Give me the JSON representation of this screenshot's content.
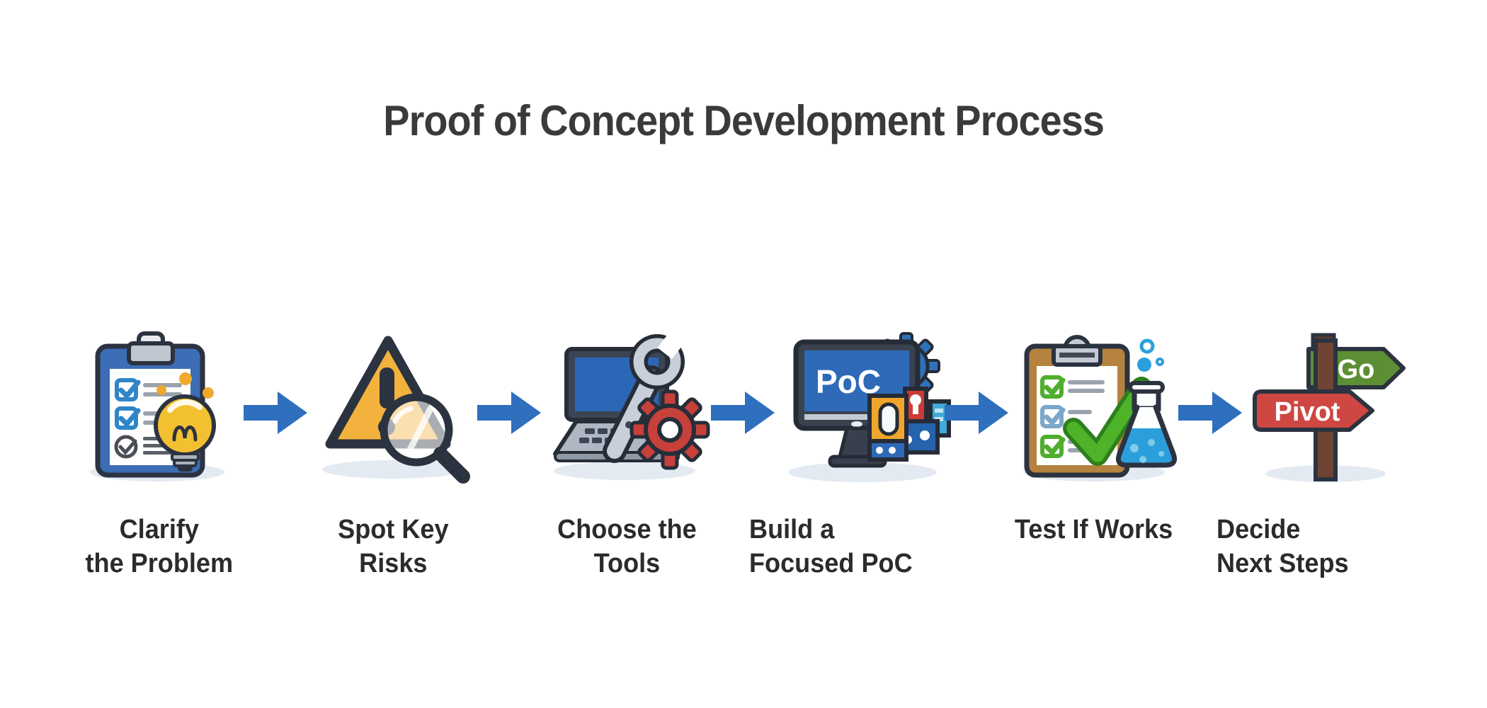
{
  "title": "Proof of Concept Development Process",
  "steps": [
    {
      "name": "clarify-the-problem",
      "label_line1": "Clarify",
      "label_line2": "the Problem",
      "icon": "clipboard-checklist-lightbulb"
    },
    {
      "name": "spot-key-risks",
      "label_line1": "Spot Key",
      "label_line2": "Risks",
      "icon": "warning-triangle-magnifier"
    },
    {
      "name": "choose-the-tools",
      "label_line1": "Choose the",
      "label_line2": "Tools",
      "icon": "laptop-wrench-gear"
    },
    {
      "name": "build-a-focused-poc",
      "label_line1": "Build a",
      "label_line2": "Focused PoC",
      "icon": "monitor-poc-gear-blocks",
      "screen_text": "PoC"
    },
    {
      "name": "test-if-works",
      "label_line1": "Test If Works",
      "label_line2": "",
      "icon": "checklist-flask-checkmark"
    },
    {
      "name": "decide-next-steps",
      "label_line1": "Decide",
      "label_line2": "Next Steps",
      "icon": "signpost-pivot-go",
      "sign_top": "Go",
      "sign_bottom": "Pivot"
    }
  ],
  "colors": {
    "background": "#ffffff",
    "title_text": "#3a3a3a",
    "label_text": "#2b2b2b",
    "arrow_blue": "#2e6fbe",
    "outline_dark": "#2c3340",
    "clipboard_blue": "#3d6db5",
    "checkbox_blue": "#2e86c8",
    "bulb_yellow": "#f3c031",
    "warning_amber": "#f2b23d",
    "screen_blue": "#2b67b6",
    "gear_red": "#c8403a",
    "gear_blue": "#2e72bb",
    "block_orange": "#f0a62c",
    "clipboard_tan": "#b5833f",
    "check_green": "#4fb32a",
    "flask_blue": "#2b9fdc",
    "sign_green": "#5c8f34",
    "sign_red": "#ce4742",
    "post_brown": "#6f4434",
    "shadow": "#e3eaf2"
  }
}
